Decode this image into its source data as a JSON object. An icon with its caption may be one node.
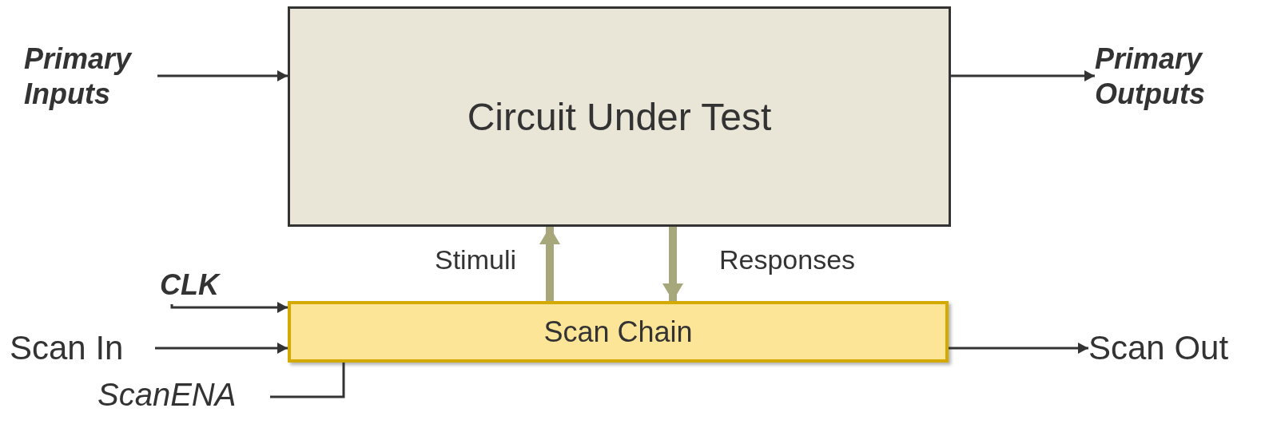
{
  "diagram": {
    "nodes": [
      {
        "text": [
          "Primary Inputs"
        ]
      },
      {
        "text": [
          "Circuit Under Test"
        ]
      },
      {
        "text": [
          "Primary Outputs"
        ]
      },
      {
        "text": [
          "CLK"
        ]
      },
      {
        "text": [
          "Scan In"
        ]
      },
      {
        "text": [
          "Scan Chain"
        ]
      },
      {
        "text": [
          "Scan Out"
        ]
      },
      {
        "text": [
          "ScanENA"
        ]
      }
    ],
    "edges": [
      {
        "from": 0,
        "to": 1,
        "arrow": "to"
      },
      {
        "from": 1,
        "to": 2,
        "arrow": "to"
      },
      {
        "from": 5,
        "to": 1,
        "arrow": "to",
        "label": "Stimuli",
        "style": "thick",
        "color": "#a6a77a"
      },
      {
        "from": 1,
        "to": 5,
        "arrow": "to",
        "label": "Responses",
        "style": "thick",
        "color": "#a6a77a"
      },
      {
        "from": 3,
        "to": 5,
        "arrow": "to"
      },
      {
        "from": 4,
        "to": 5,
        "arrow": "to"
      },
      {
        "from": 5,
        "to": 6,
        "arrow": "to"
      },
      {
        "from": 7,
        "to": 5,
        "arrow": "none"
      }
    ]
  }
}
